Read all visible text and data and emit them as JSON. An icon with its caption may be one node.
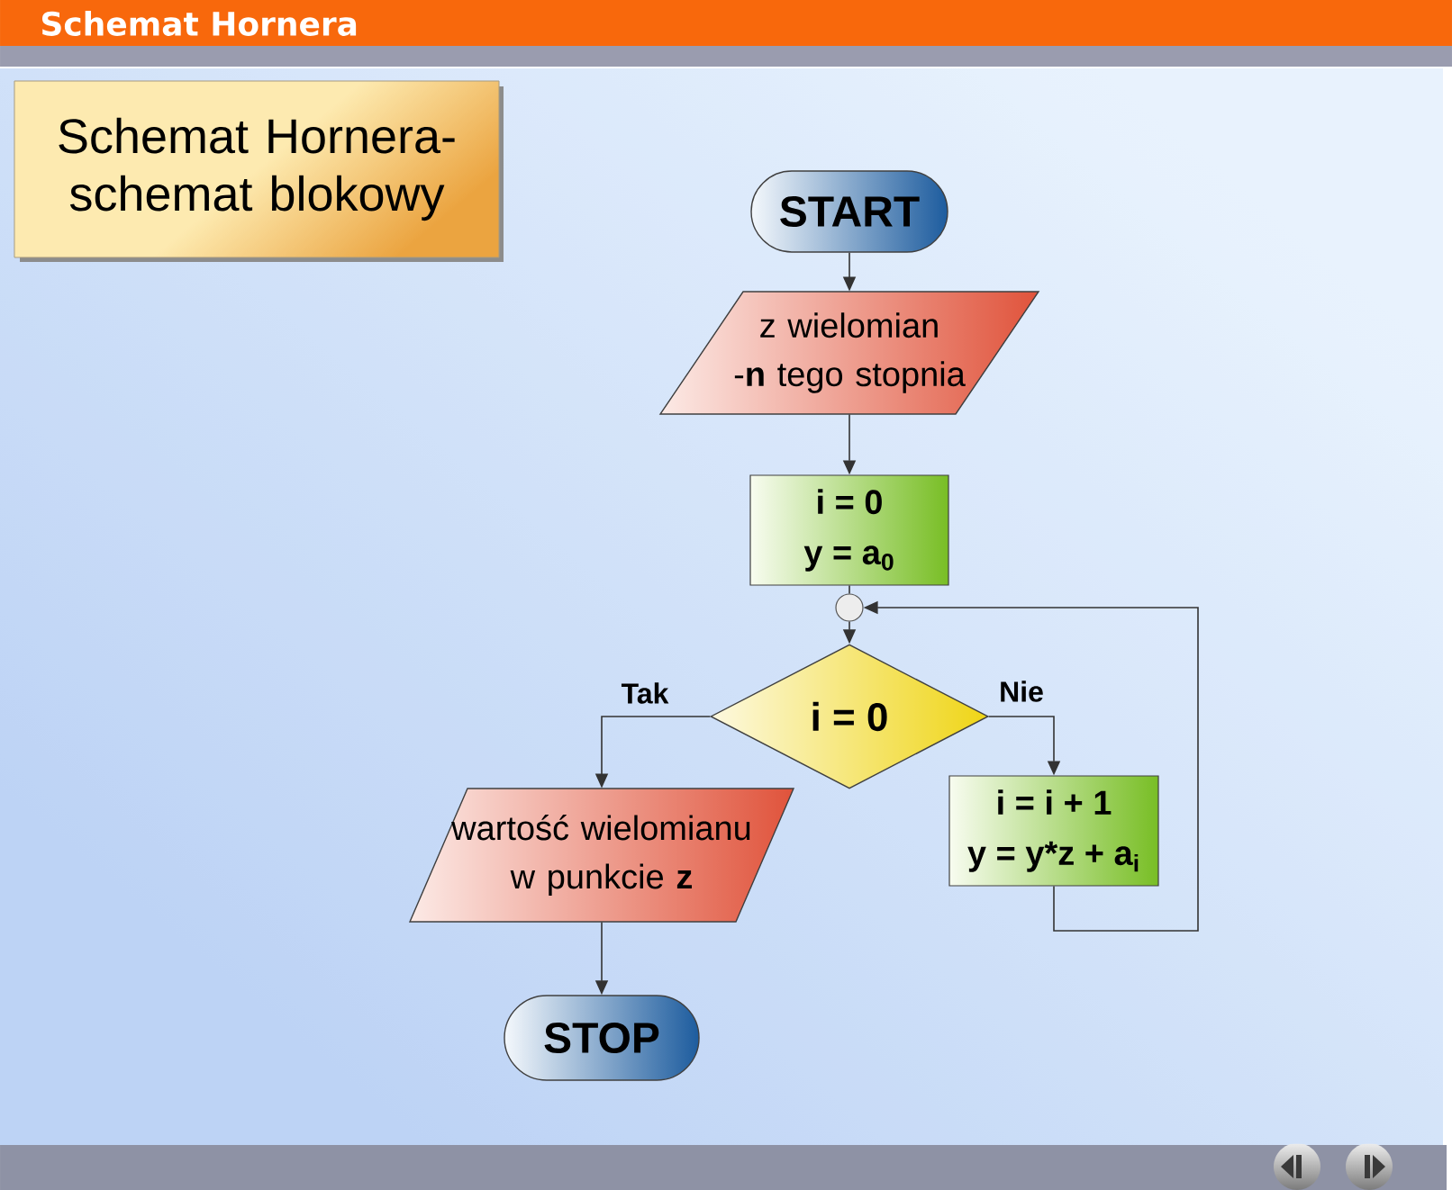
{
  "diagram": {
    "title": "Schemat Hornera",
    "nodes": [
      {
        "text": [
          "Schemat Hornera- schemat blokowy"
        ]
      },
      {
        "text": [
          "START"
        ]
      },
      {
        "text": [
          "z wielomian",
          "-**n** tego stopnia"
        ]
      },
      {
        "text": [
          "i = 0",
          "y = a$_{0}$"
        ]
      },
      {
        "text": [],
        "shape": "circle"
      },
      {
        "text": [
          "i = 0"
        ]
      },
      {
        "text": [
          "wartość wielomianu w punkcie **z**"
        ]
      },
      {
        "text": [
          "i = i + 1",
          "y = y*z + a$_{i}$"
        ]
      },
      {
        "text": [
          "STOP"
        ]
      }
    ],
    "edges": [
      {
        "from": 1,
        "to": 2,
        "arrow": "to"
      },
      {
        "from": 2,
        "to": 3,
        "arrow": "to"
      },
      {
        "from": 3,
        "to": 4,
        "arrow": "none"
      },
      {
        "from": 4,
        "to": 5,
        "arrow": "to"
      },
      {
        "from": 5,
        "to": 6,
        "arrow": "to",
        "label": "Tak"
      },
      {
        "from": 5,
        "to": 7,
        "arrow": "to",
        "label": "Nie"
      },
      {
        "from": 7,
        "to": 4,
        "arrow": "to"
      },
      {
        "from": 6,
        "to": 8,
        "arrow": "to"
      }
    ]
  }
}
